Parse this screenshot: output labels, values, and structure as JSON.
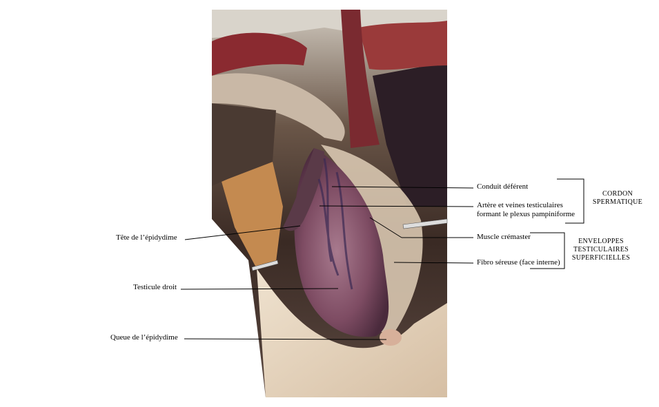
{
  "labels_left": [
    {
      "id": "tete-epididyme",
      "text": "Tête de l’épidydime"
    },
    {
      "id": "testicule-droit",
      "text": "Testicule droit"
    },
    {
      "id": "queue-epididyme",
      "text": "Queue de l’épidydime"
    }
  ],
  "labels_right": [
    {
      "id": "conduit-deferent",
      "text": "Conduit déférent"
    },
    {
      "id": "artere-veines-1",
      "text": "Artère et veines testiculaires"
    },
    {
      "id": "artere-veines-2",
      "text": "formant le plexus pampiniforme"
    },
    {
      "id": "muscle-cremaster",
      "text": "Muscle crémaster"
    },
    {
      "id": "fibro-sereuse",
      "text": "Fibro séreuse (face interne)"
    }
  ],
  "groups": {
    "cordon": {
      "line1": "CORDON",
      "line2": "SPERMATIQUE"
    },
    "enveloppes": {
      "line1": "ENVELOPPES",
      "line2": "TESTICULAIRES",
      "line3": "SUPERFICIELLES"
    }
  },
  "colors": {
    "background": "#ffffff",
    "leader_line": "#000000",
    "tissue_dark": "#4a1f24",
    "tissue_muscle": "#8a2a30",
    "tissue_fat": "#e2cfb8",
    "testis": "#8a5468"
  }
}
